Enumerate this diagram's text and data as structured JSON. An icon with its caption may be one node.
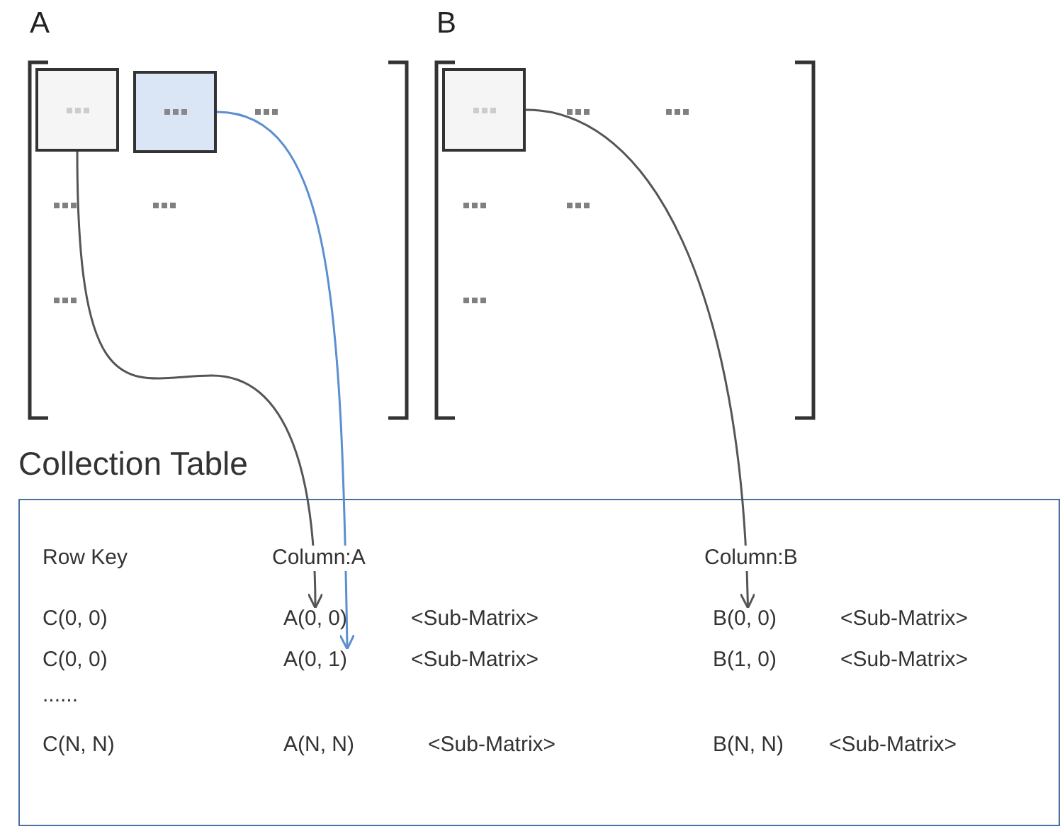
{
  "diagram": {
    "nodes": [
      {
        "text": [
          "A"
        ]
      },
      {
        "text": [],
        "shape": "box",
        "in": 0
      },
      {
        "text": [],
        "shape": "box",
        "in": 0
      },
      {
        "text": [
          "B"
        ]
      },
      {
        "text": [],
        "shape": "box",
        "in": 3
      },
      {
        "text": [
          "Collection Table"
        ]
      },
      {
        "text": [
          "A(0, 0)"
        ],
        "in": 5
      },
      {
        "text": [
          "A(0, 1)"
        ],
        "in": 5
      },
      {
        "text": [
          "B(0, 0)"
        ],
        "in": 5
      }
    ],
    "edges": [
      {
        "from": 1,
        "to": 6,
        "arrow": "to"
      },
      {
        "from": 2,
        "to": 7,
        "arrow": "to",
        "color": "#5b8fd0"
      },
      {
        "from": 4,
        "to": 8,
        "arrow": "to"
      }
    ],
    "labels": [
      "Row Key",
      "Column:A",
      "Column:B",
      "C(0, 0)",
      "<Sub-Matrix>",
      "<Sub-Matrix>",
      "C(0, 0)",
      "<Sub-Matrix>",
      "B(1, 0)",
      "<Sub-Matrix>",
      "......",
      "C(N, N)",
      "A(N, N)",
      "<Sub-Matrix>",
      "B(N, N)",
      "<Sub-Matrix>"
    ]
  }
}
